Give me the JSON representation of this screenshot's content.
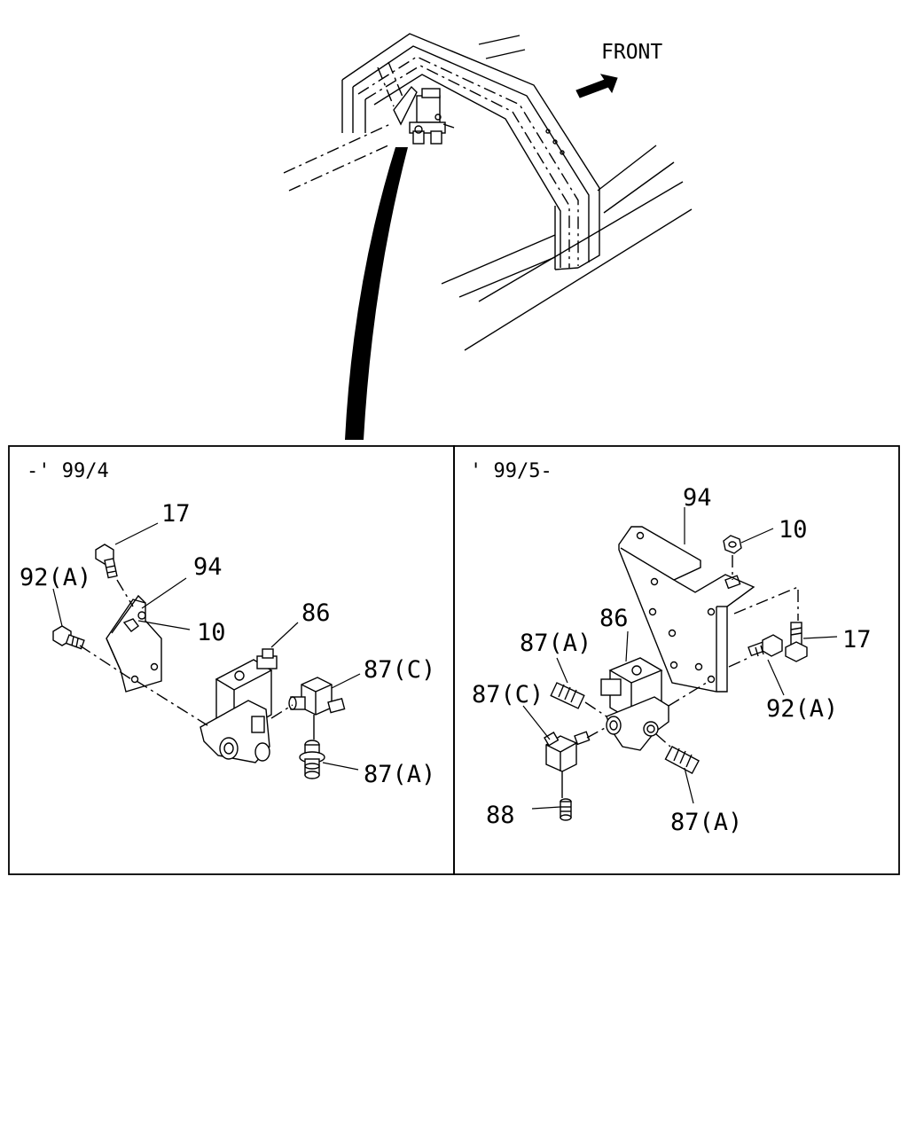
{
  "overview": {
    "direction_label": "FRONT"
  },
  "panels": [
    {
      "id": "left",
      "header": "-' 99/4",
      "callouts": [
        "17",
        "92(A)",
        "94",
        "10",
        "86",
        "87(C)",
        "87(A)"
      ]
    },
    {
      "id": "right",
      "header": "' 99/5-",
      "callouts": [
        "94",
        "10",
        "86",
        "87(A)",
        "17",
        "87(C)",
        "92(A)",
        "88",
        "87(A)"
      ]
    }
  ]
}
